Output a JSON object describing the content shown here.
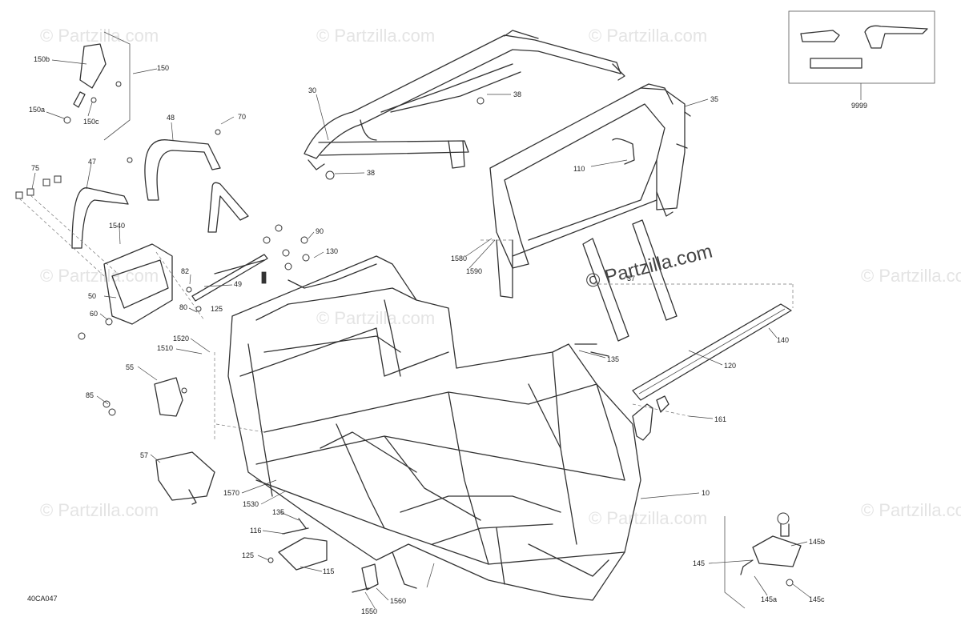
{
  "diagram_code": "40CA047",
  "watermark_main": "© Partzilla.com",
  "watermark_repeat": "© Partzilla.com",
  "callouts": {
    "c10": "10",
    "c30": "30",
    "c35": "35",
    "c37": "37",
    "c38a": "38",
    "c38b": "38",
    "c47": "47",
    "c48": "48",
    "c49": "49",
    "c50": "50",
    "c55": "55",
    "c57": "57",
    "c60": "60",
    "c70": "70",
    "c75": "75",
    "c80": "80",
    "c82": "82",
    "c85": "85",
    "c90": "90",
    "c110": "110",
    "c115": "115",
    "c116": "116",
    "c120": "120",
    "c125a": "125",
    "c125b": "125",
    "c130": "130",
    "c135a": "135",
    "c135b": "135",
    "c140": "140",
    "c145": "145",
    "c145a": "145a",
    "c145b": "145b",
    "c145c": "145c",
    "c150": "150",
    "c150a": "150a",
    "c150b": "150b",
    "c150c": "150c",
    "c161": "161",
    "c1510": "1510",
    "c1520": "1520",
    "c1530": "1530",
    "c1540": "1540",
    "c1550": "1550",
    "c1560": "1560",
    "c1570": "1570",
    "c1580": "1580",
    "c1590": "1590",
    "c9999": "9999"
  }
}
